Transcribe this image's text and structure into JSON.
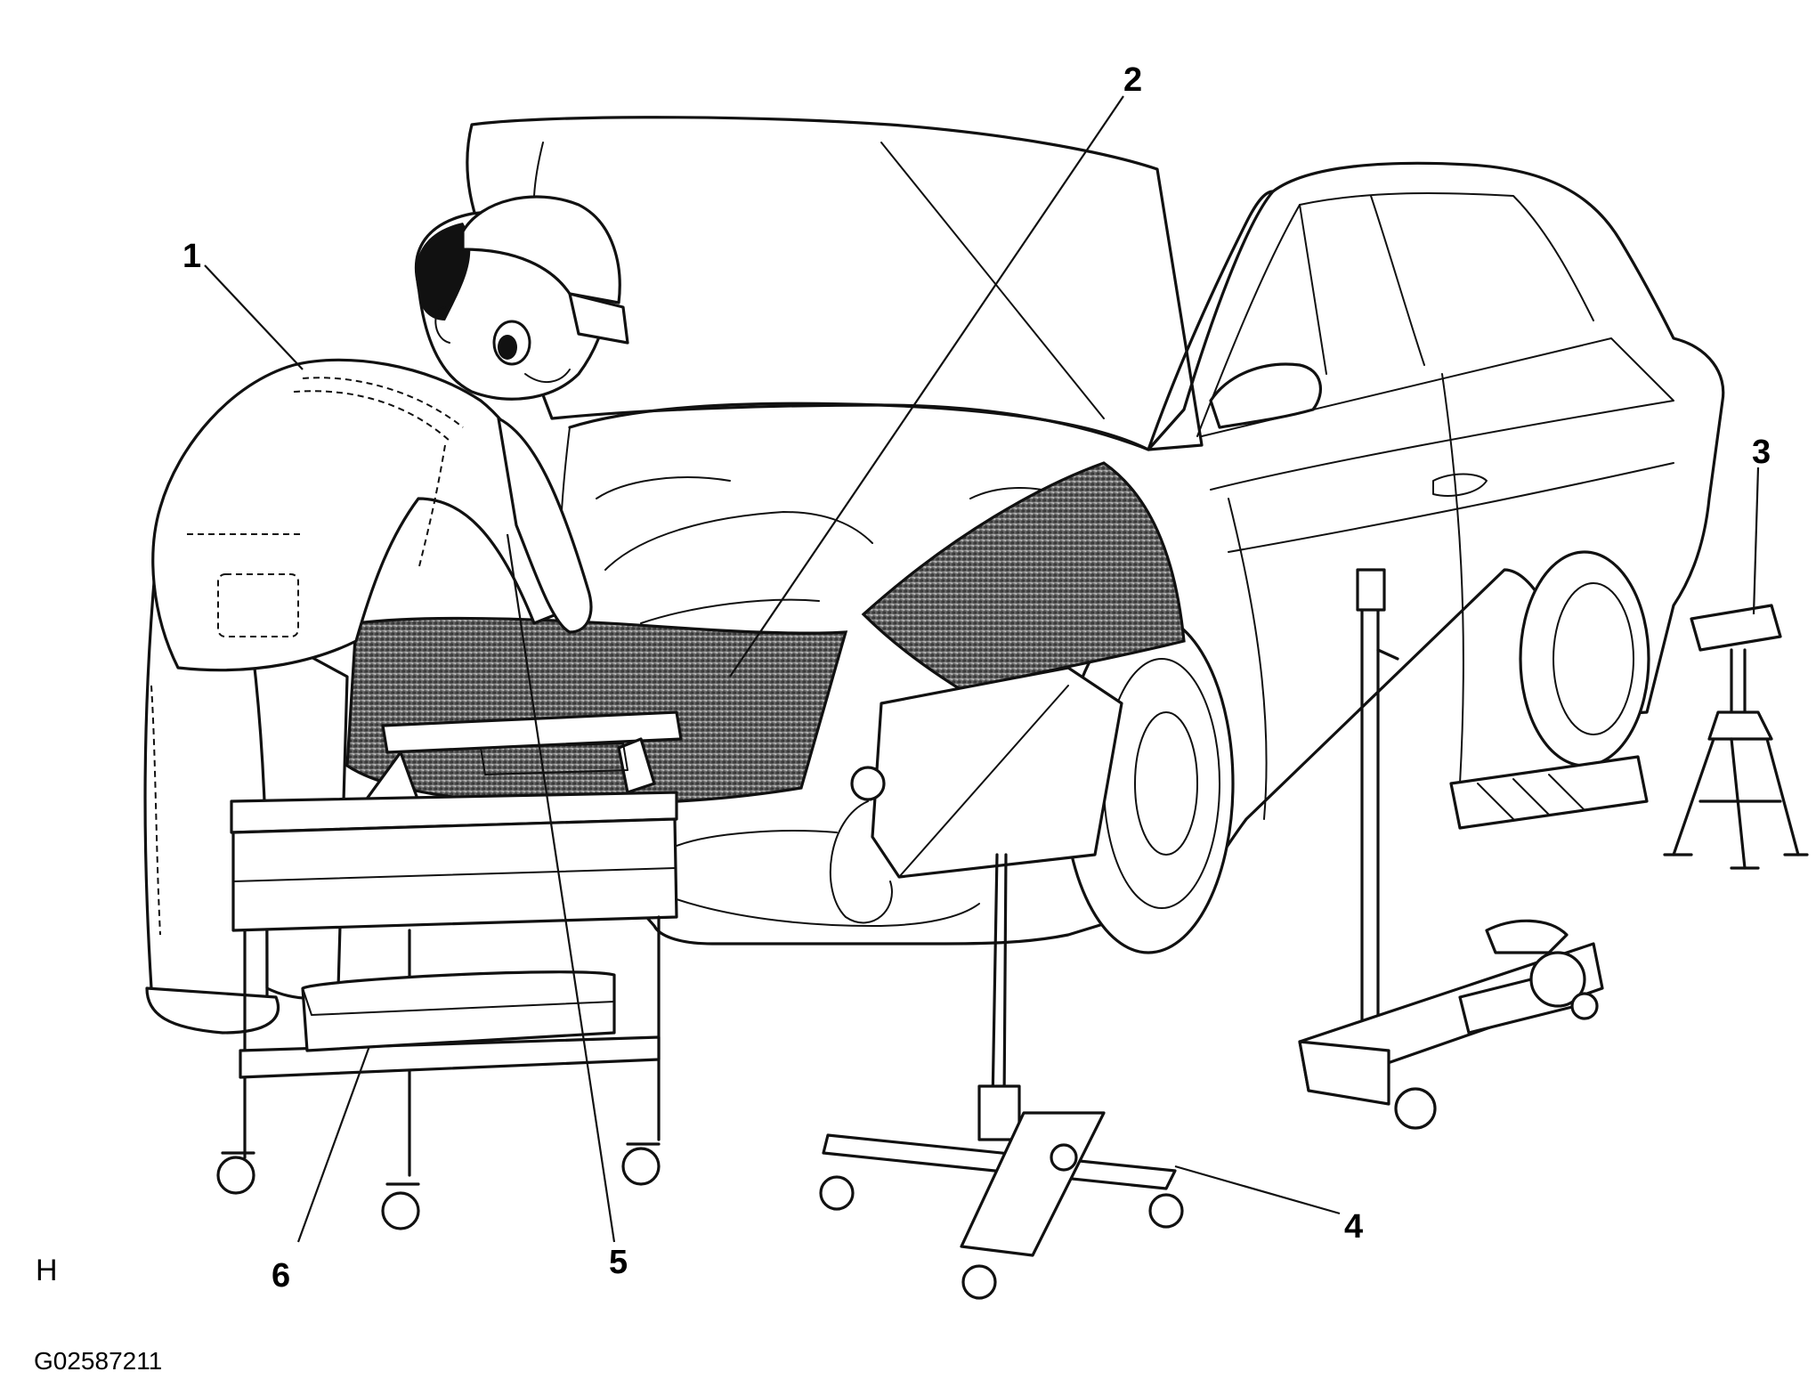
{
  "callouts": {
    "c1": "1",
    "c2": "2",
    "c3": "3",
    "c4": "4",
    "c5": "5",
    "c6": "6"
  },
  "corner_mark": "H",
  "figure_code": "G02587211",
  "colors": {
    "ink": "#111111",
    "cover_dark": "#3a3a3a",
    "cover_light": "#9a9a9a",
    "background": "#ffffff"
  }
}
